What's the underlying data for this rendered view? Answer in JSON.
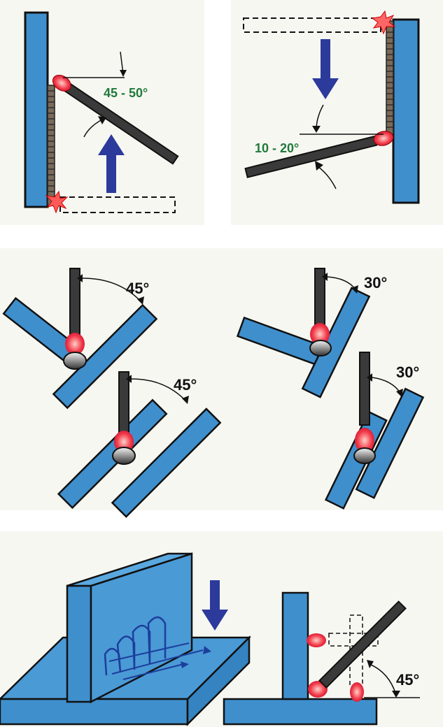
{
  "colors": {
    "plate": "#3f8fcd",
    "outline": "#111111",
    "rod": "#3a3a3a",
    "flame": "#e8283c",
    "arrow": "#2c3a9c",
    "green_text": "#1f7a3a",
    "weld": "#7a6a5a"
  },
  "top_section": {
    "left_angle": "45 - 50°",
    "right_angle": "10 - 20°"
  },
  "middle_section": {
    "angle_top_left": "45°",
    "angle_bottom_left": "45°",
    "angle_top_right": "30°",
    "angle_bottom_right": "30°"
  },
  "bottom_section": {
    "angle_right": "45°"
  }
}
